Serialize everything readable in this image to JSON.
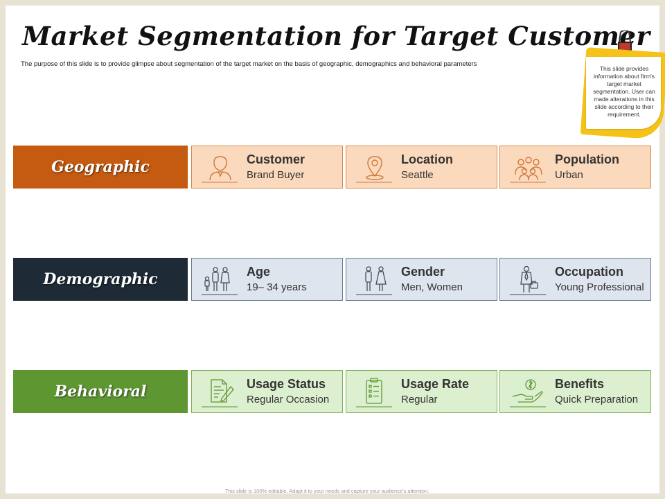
{
  "slide": {
    "title": "Market Segmentation for Target Customer",
    "subtitle": "The purpose of this slide is to provide glimpse about segmentation of the target market on the basis of geographic, demographics and behavioral parameters",
    "note": "This slide provides information about firm's target market segmentation. User can made alterations in this slide according to their requirement.",
    "footer": "This slide is 100% editable. Adapt it to your needs and capture your audience's attention."
  },
  "colors": {
    "geographic": "#c55a11",
    "demographic": "#1e2a36",
    "behavioral": "#5e9632",
    "geo_card_bg": "#fbd9bd",
    "geo_card_border": "#d4884a",
    "demo_card_bg": "#dfe5ee",
    "demo_card_border": "#6b7a8e",
    "beh_card_bg": "#dcefcf",
    "beh_card_border": "#7eb25a",
    "icon_orange": "#d0783a",
    "icon_dark": "#444c57",
    "icon_green": "#5e9632",
    "note_yellow": "#f5c218"
  },
  "segments": [
    {
      "label": "Geographic",
      "cards": [
        {
          "title": "Customer",
          "value": "Brand Buyer",
          "icon": "customer-icon"
        },
        {
          "title": "Location",
          "value": "Seattle",
          "icon": "location-pin-icon"
        },
        {
          "title": "Population",
          "value": "Urban",
          "icon": "population-group-icon"
        }
      ]
    },
    {
      "label": "Demographic",
      "cards": [
        {
          "title": "Age",
          "value": "19– 34 years",
          "icon": "family-icon"
        },
        {
          "title": "Gender",
          "value": "Men, Women",
          "icon": "man-woman-icon"
        },
        {
          "title": "Occupation",
          "value": "Young Professional",
          "icon": "businessman-icon"
        }
      ]
    },
    {
      "label": "Behavioral",
      "cards": [
        {
          "title": "Usage Status",
          "value": "Regular Occasion",
          "icon": "document-pen-icon"
        },
        {
          "title": "Usage Rate",
          "value": "Regular",
          "icon": "checklist-icon"
        },
        {
          "title": "Benefits",
          "value": "Quick Preparation",
          "icon": "hand-coin-icon"
        }
      ]
    }
  ]
}
